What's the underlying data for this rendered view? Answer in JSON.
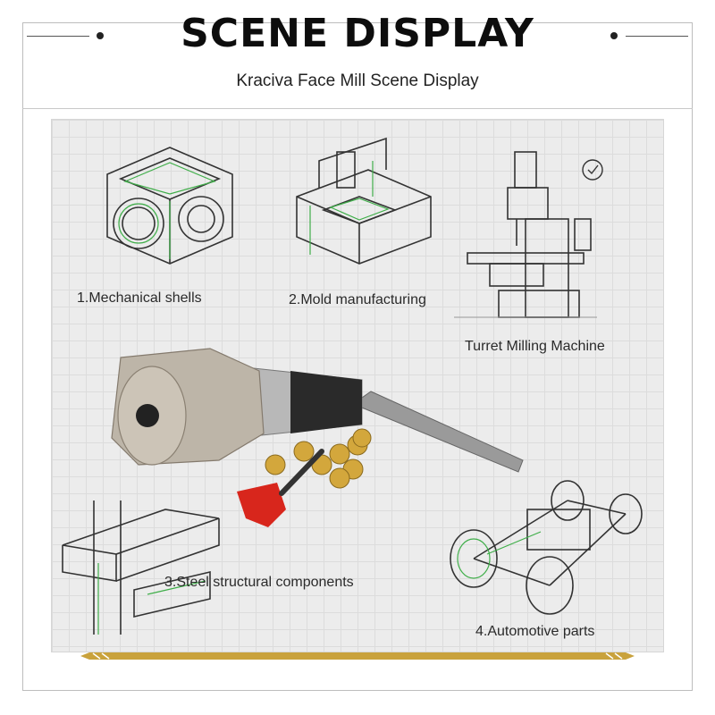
{
  "header": {
    "title": "SCENE DISPLAY",
    "subtitle": "Kraciva Face Mill Scene Display"
  },
  "scenes": [
    {
      "label": "1.Mechanical shells",
      "icon": "mechanical-shell-drawing"
    },
    {
      "label": "2.Mold manufacturing",
      "icon": "mold-drawing"
    },
    {
      "label": "Turret Milling Machine",
      "icon": "milling-machine-drawing"
    },
    {
      "label": "3.Steel structural components",
      "icon": "steel-structure-drawing"
    },
    {
      "label": "4.Automotive parts",
      "icon": "car-chassis-drawing"
    }
  ],
  "colors": {
    "accent_green": "#3fae49",
    "gold": "#c9a23c",
    "tool_silver": "#b9b3a8",
    "wrench_red": "#d8261c"
  }
}
